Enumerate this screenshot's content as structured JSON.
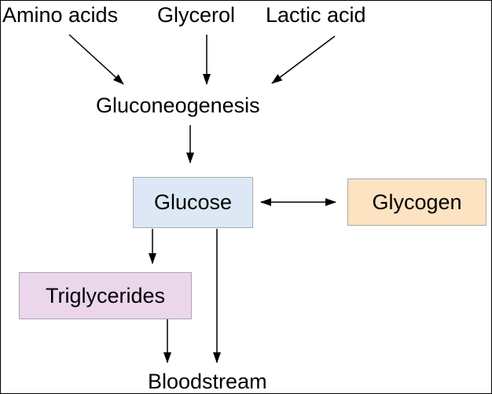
{
  "inputs": {
    "amino_acids": "Amino acids",
    "glycerol": "Glycerol",
    "lactic_acid": "Lactic acid"
  },
  "process": {
    "gluconeogenesis": "Gluconeogenesis"
  },
  "nodes": {
    "glucose": "Glucose",
    "glycogen": "Glycogen",
    "triglycerides": "Triglycerides",
    "bloodstream": "Bloodstream"
  },
  "colors": {
    "glucose_fill": "#dce8f5",
    "glycogen_fill": "#fde3c2",
    "triglycerides_fill": "#ecd6ec",
    "arrow": "#000000"
  }
}
